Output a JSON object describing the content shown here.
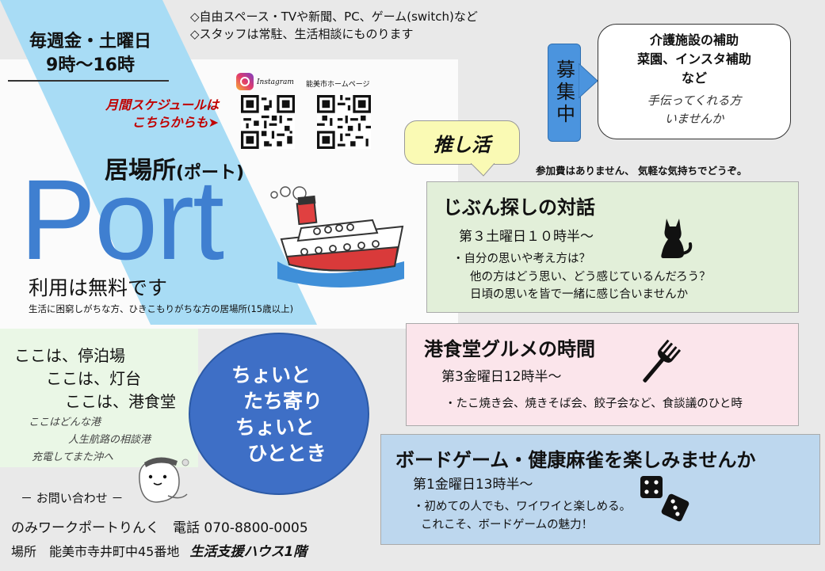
{
  "header": {
    "schedule_days": "毎週金・土曜日",
    "schedule_hours": "9時～16時",
    "feature_line1": "◇自由スペース・TVや新聞、PC、ゲーム(switch)など",
    "feature_line2": "◇スタッフは常駐、生活相談にものります"
  },
  "qr": {
    "monthly_schedule_line1": "月間スケジュールは",
    "monthly_schedule_line2": "こちらからも➤",
    "instagram_label": "Instagram",
    "homepage_label": "能美市ホームページ"
  },
  "recruit": {
    "tag": "募集中",
    "bold_line1": "介護施設の補助",
    "bold_line2": "菜園、インスタ補助",
    "bold_line3": "など",
    "line4": "手伝ってくれる方",
    "line5": "いませんか"
  },
  "oshikatsu": "推し活",
  "fee_note": "参加費はありません、 気軽な気持ちでどうぞ。",
  "brand": {
    "title": "居場所",
    "reading": "(ポート)",
    "logo": "Port",
    "free": "利用は無料です",
    "target": "生活に困窮しがちな方、ひきこもりがちな方の居場所(15歳以上)"
  },
  "events": [
    {
      "title": "じぶん探しの対話",
      "time": "第３土曜日１０時半～",
      "desc1": "・自分の思いや考え方は？",
      "desc2": "他の方はどう思い、どう感じているんだろう？",
      "desc3": "日頃の思いを皆で一緒に感じ合いませんか"
    },
    {
      "title": "港食堂グルメの時間",
      "time": "第3金曜日12時半～",
      "desc1": "・たこ焼き会、焼きそば会、餃子会など、食談議のひと時"
    },
    {
      "title": "ボードゲーム・健康麻雀を楽しみませんか",
      "time": "第1金曜日13時半～",
      "desc1": "・初めての人でも、ワイワイと楽しめる。",
      "desc2": "これこそ、ボードゲームの魅力！"
    }
  ],
  "harbor": {
    "line1": "ここは、停泊場",
    "line2": "ここは、灯台",
    "line3": "ここは、港食堂",
    "sub1": "ここはどんな港",
    "sub2": "人生航路の相談港",
    "sub3": "充電してまた沖へ"
  },
  "circle": {
    "line1": "ちょいと",
    "line2": "たち寄り",
    "line3": "ちょいと",
    "line4": "ひととき"
  },
  "contact": {
    "heading": "－ お問い合わせ －",
    "org_phone": "のみワークポートりんく　電話 070-8800-0005",
    "place_label": "場所　能美市寺井町中45番地",
    "place_building": "生活支援ハウス1階"
  },
  "colors": {
    "light_blue": "#a8dcf5",
    "logo_blue": "#3f7fd0",
    "circle_blue": "#3e6fc6",
    "tag_blue": "#4b94de",
    "yellow": "#fafab4",
    "green_box": "#e2efd9",
    "pink_box": "#fbe5eb",
    "blue_box": "#bdd7ee",
    "red_text": "#c00000"
  }
}
